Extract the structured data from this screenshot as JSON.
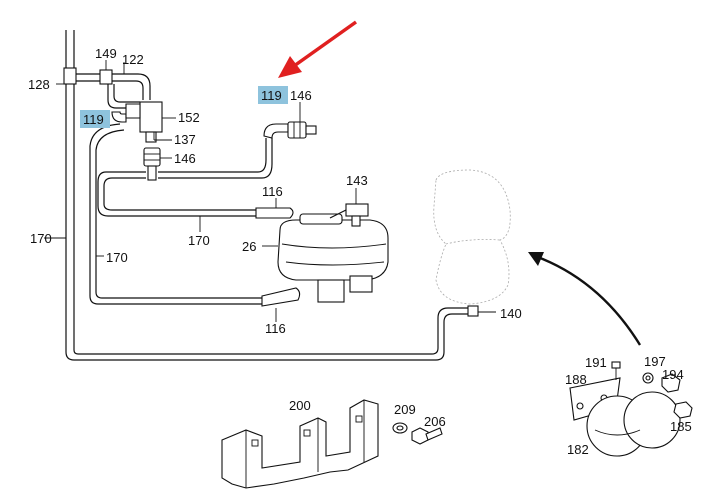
{
  "labels": {
    "p128": "128",
    "p149": "149",
    "p122": "122",
    "p119_left": "119",
    "p152": "152",
    "p137": "137",
    "p146_mid": "146",
    "p119_top": "119",
    "p146_top": "146",
    "p143": "143",
    "p116_top": "116",
    "p170_mid": "170",
    "p26": "26",
    "p170_left": "170",
    "p170_inner": "170",
    "p116_bottom": "116",
    "p140": "140",
    "p191": "191",
    "p197": "197",
    "p194": "194",
    "p188": "188",
    "p185": "185",
    "p182": "182",
    "p200": "200",
    "p209": "209",
    "p206": "206"
  },
  "colors": {
    "highlight": "#8ec3dd",
    "red_arrow": "#e02020",
    "line": "#111111"
  }
}
